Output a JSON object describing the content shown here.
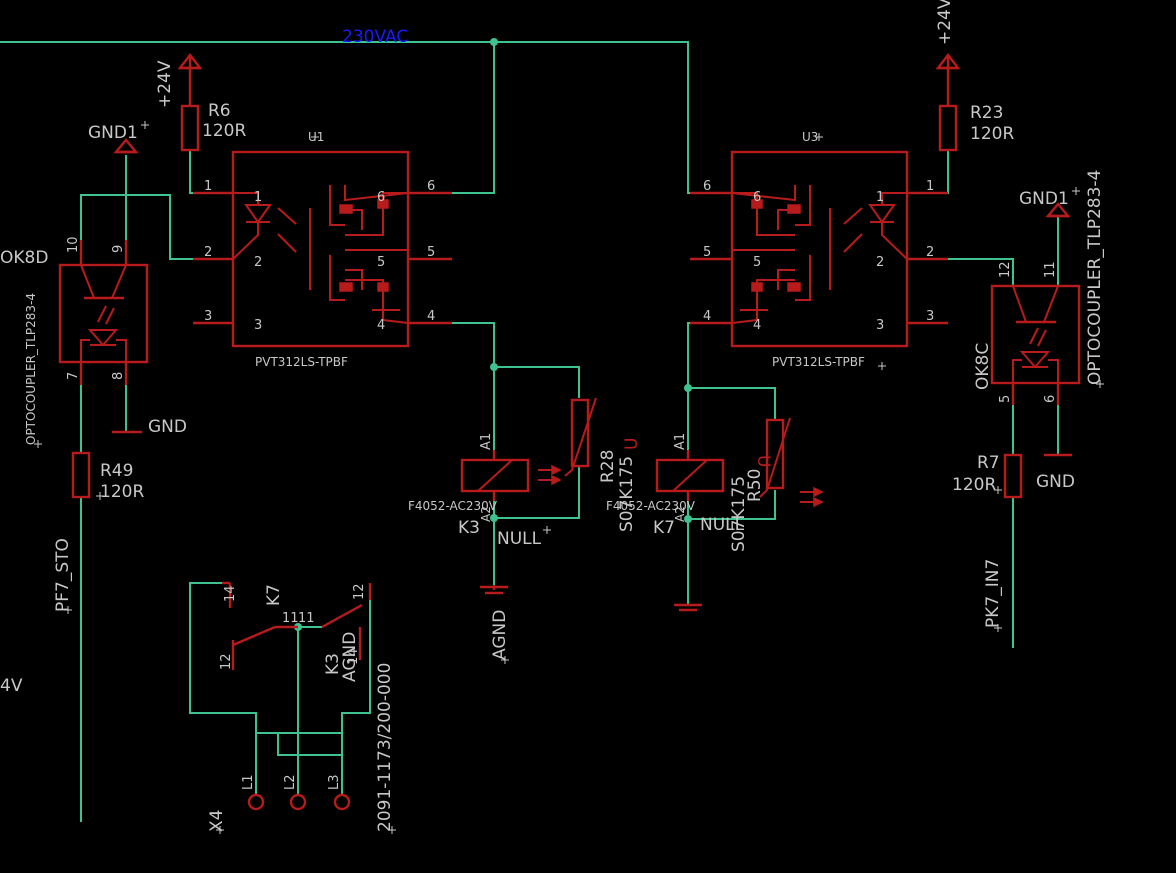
{
  "colors": {
    "background": "#000000",
    "wire": "#3ec28f",
    "part": "#b81b1b",
    "text": "#c8c8c8",
    "net_label": "#1a1aff"
  },
  "net_labels": {
    "v230": "230VAC"
  },
  "supplies": {
    "p24_left": "+24V",
    "p24_right": "+24V",
    "gnd1_left": "GND1",
    "gnd1_right": "GND1",
    "gnd_left": "GND",
    "gnd_right": "GND",
    "agnd": "AGND",
    "v4_partial": "4V"
  },
  "resistors": {
    "r6": {
      "name": "R6",
      "value": "120R"
    },
    "r23": {
      "name": "R23",
      "value": "120R"
    },
    "r49": {
      "name": "R49",
      "value": "120R"
    },
    "r7": {
      "name": "R7",
      "value": "120R"
    }
  },
  "relays_ssr": {
    "u1": {
      "name": "U1",
      "value": "PVT312LS-TPBF",
      "outer_pins": [
        "1",
        "2",
        "3",
        "6",
        "5",
        "4"
      ],
      "inner_pins": [
        "1",
        "2",
        "3",
        "6",
        "5",
        "4"
      ]
    },
    "u3": {
      "name": "U3",
      "value": "PVT312LS-TPBF",
      "outer_pins": [
        "6",
        "5",
        "4",
        "1",
        "2",
        "3"
      ],
      "inner_pins": [
        "6",
        "5",
        "4",
        "1",
        "2",
        "3"
      ]
    }
  },
  "optocouplers": {
    "left": {
      "name": "OK8D",
      "value": "OPTOCOUPLER_TLP283-4",
      "pins": [
        "10",
        "9",
        "7",
        "8"
      ]
    },
    "right": {
      "name": "OK8C",
      "value": "OPTOCOUPLER_TLP283-4",
      "pins": [
        "12",
        "11",
        "5",
        "6"
      ]
    }
  },
  "relays": {
    "k3": {
      "name": "K3",
      "value": "F4052-AC230V",
      "pin_a1": "A1",
      "pin_a2": "A2"
    },
    "k7": {
      "name": "K7",
      "value": "F4052-AC230V",
      "pin_a1": "A1",
      "pin_a2": "A2"
    }
  },
  "varistors": {
    "r28": {
      "name": "R28",
      "value": "S07K175",
      "mark": "U"
    },
    "r50": {
      "name": "R50",
      "value": "S07K175",
      "mark": "U"
    }
  },
  "null_labels": {
    "left": "NULL",
    "right": "NULL"
  },
  "signals": {
    "pf7": "PF7_STO",
    "pk7": "PK7_IN7"
  },
  "contacts": {
    "k7_name": "K7",
    "k3_name": "K3",
    "k7_pins": [
      "14",
      "12",
      "11"
    ],
    "k3_pins": [
      "12",
      "14",
      "11"
    ],
    "agnd_note": "AGND"
  },
  "connector": {
    "name": "X4",
    "value": "2091-1173/200-000",
    "pins": [
      "L1",
      "L2",
      "L3"
    ]
  }
}
